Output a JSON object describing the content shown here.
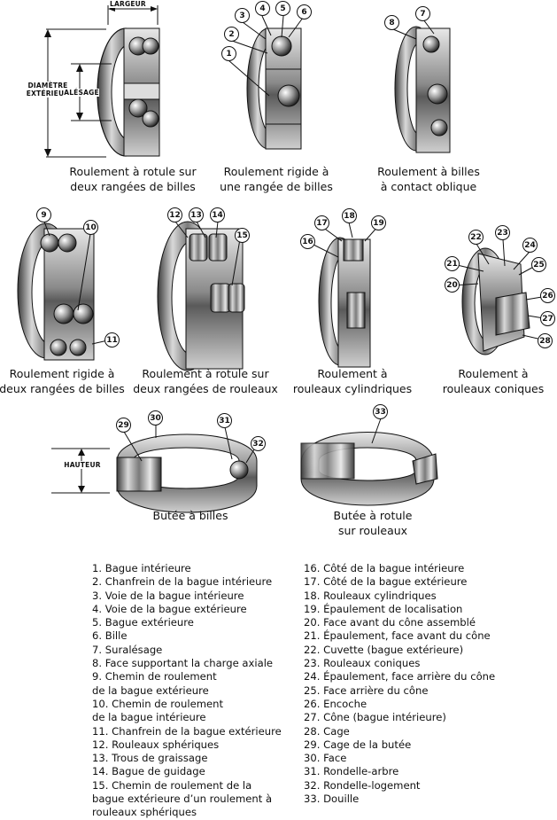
{
  "figures": {
    "f1": {
      "caption": "Roulement à rotule sur\ndeux rangées de billes",
      "dim_width": "LARGEUR",
      "dim_outer": "DIAMÈTRE\nEXTÉRIEUR",
      "dim_bore": "ALÉSAGE"
    },
    "f2": {
      "caption": "Roulement rigide à\nune rangée de billes"
    },
    "f3": {
      "caption": "Roulement à billes\nà contact oblique"
    },
    "f4": {
      "caption": "Roulement rigide à\ndeux rangées de billes"
    },
    "f5": {
      "caption": "Roulement à rotule sur\ndeux rangées de rouleaux"
    },
    "f6": {
      "caption": "Roulement à\nrouleaux cylindriques"
    },
    "f7": {
      "caption": "Roulement à\nrouleaux coniques"
    },
    "f8": {
      "caption": "Butée à billes",
      "dim_height": "HAUTEUR"
    },
    "f9": {
      "caption": "Butée à rotule\nsur rouleaux"
    }
  },
  "callouts": [
    "1",
    "2",
    "3",
    "4",
    "5",
    "6",
    "7",
    "8",
    "9",
    "10",
    "11",
    "12",
    "13",
    "14",
    "15",
    "16",
    "17",
    "18",
    "19",
    "20",
    "21",
    "22",
    "23",
    "24",
    "25",
    "26",
    "27",
    "28",
    "29",
    "30",
    "31",
    "32",
    "33"
  ],
  "legend_left": [
    "1. Bague intérieure",
    "2. Chanfrein de la bague intérieure",
    "3. Voie de la bague intérieure",
    "4. Voie de la bague extérieure",
    "5. Bague extérieure",
    "6. Bille",
    "7. Suralésage",
    "8. Face supportant la charge axiale",
    "9. Chemin de roulement\nde la bague extérieure",
    "10. Chemin de roulement\nde la bague intérieure",
    "11. Chanfrein de la bague extérieure",
    "12. Rouleaux sphériques",
    "13. Trous de graissage",
    "14. Bague de guidage",
    "15. Chemin de roulement de la\nbague extérieure d’un roulement à\nrouleaux sphériques"
  ],
  "legend_right": [
    "16. Côté de la bague intérieure",
    "17. Côté de la bague extérieure",
    "18. Rouleaux cylindriques",
    "19. Épaulement de localisation",
    "20. Face avant du cône assemblé",
    "21. Épaulement, face avant du cône",
    "22. Cuvette (bague extérieure)",
    "23. Rouleaux coniques",
    "24. Épaulement, face arrière du cône",
    "25. Face arrière du cône",
    "26. Encoche",
    "27. Cône (bague intérieure)",
    "28. Cage",
    "29. Cage de la butée",
    "30. Face",
    "31. Rondelle-arbre",
    "32. Rondelle-logement",
    "33. Douille"
  ]
}
